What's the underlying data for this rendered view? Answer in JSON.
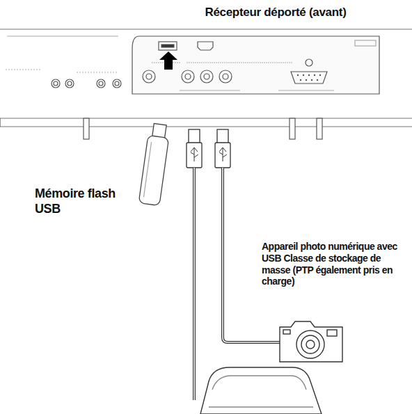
{
  "diagram": {
    "title": "Récepteur déporté (avant)",
    "labels": [
      "Mémoire flash USB",
      "Appareil photo numérique avec USB Classe de stockage de masse (PTP également pris en charge)"
    ]
  }
}
